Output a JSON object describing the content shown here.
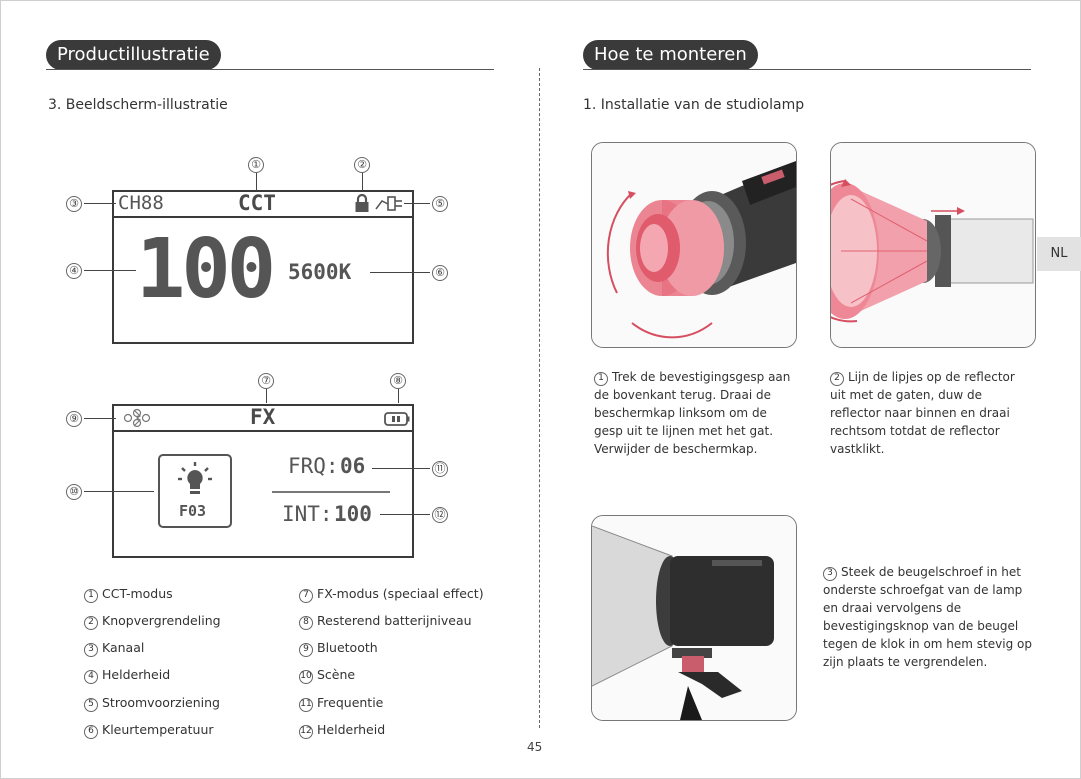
{
  "left": {
    "heading": "Productillustratie",
    "subheading": "3. Beeldscherm-illustratie",
    "screen1": {
      "channel": "CH88",
      "mode": "CCT",
      "brightness": "100",
      "temperature": "5600K",
      "callouts": [
        "①",
        "②",
        "③",
        "④",
        "⑤",
        "⑥"
      ]
    },
    "screen2": {
      "mode": "FX",
      "scene_code": "F03",
      "frq_label": "FRQ:",
      "frq_value": "06",
      "int_label": "INT:",
      "int_value": "100",
      "callouts": [
        "⑦",
        "⑧",
        "⑨",
        "⑩",
        "⑪",
        "⑫"
      ]
    },
    "legend": [
      {
        "num": "1",
        "text": "CCT-modus"
      },
      {
        "num": "2",
        "text": "Knopvergrendeling"
      },
      {
        "num": "3",
        "text": "Kanaal"
      },
      {
        "num": "4",
        "text": "Helderheid"
      },
      {
        "num": "5",
        "text": "Stroomvoorziening"
      },
      {
        "num": "6",
        "text": "Kleurtemperatuur"
      },
      {
        "num": "7",
        "text": "FX-modus (speciaal effect)"
      },
      {
        "num": "8",
        "text": "Resterend batterijniveau"
      },
      {
        "num": "9",
        "text": "Bluetooth"
      },
      {
        "num": "10",
        "text": "Scène"
      },
      {
        "num": "11",
        "text": "Frequentie"
      },
      {
        "num": "12",
        "text": "Helderheid"
      }
    ]
  },
  "right": {
    "heading": "Hoe te monteren",
    "subheading": "1. Installatie van de studiolamp",
    "steps": [
      {
        "num": "1",
        "text": "Trek de bevestigingsgesp aan de bovenkant terug. Draai de beschermkap linksom om de gesp uit te lijnen met het gat. Verwijder de beschermkap."
      },
      {
        "num": "2",
        "text": "Lijn de lipjes op de reflector uit met de gaten, duw de reflector naar binnen en draai rechtsom totdat de reflector vastklikt."
      },
      {
        "num": "3",
        "text": "Steek de beugelschroef in het onderste schroefgat van de lamp en draai vervolgens de bevestigingsknop van de beugel tegen de klok in om hem stevig op zijn plaats te vergrendelen."
      }
    ]
  },
  "language_tab": "NL",
  "page_number": "45",
  "colors": {
    "accent": "#e8707f",
    "pill": "#3a3a3a"
  }
}
